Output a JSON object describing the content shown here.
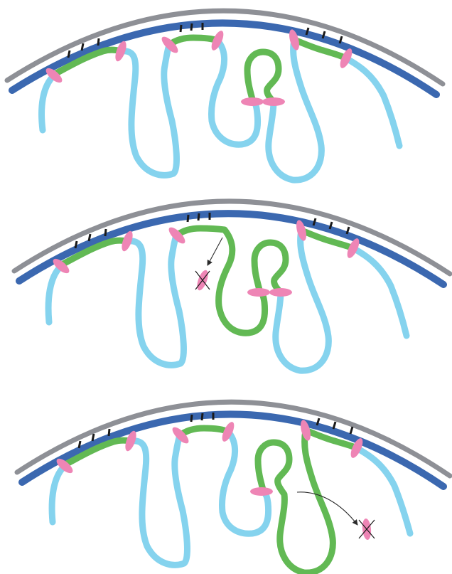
{
  "panels": [
    {
      "id": "top",
      "state": "all loops bound"
    },
    {
      "id": "middle",
      "state": "one anchor removed, loop released"
    },
    {
      "id": "bottom",
      "state": "second anchor removed, loop released"
    }
  ],
  "colors": {
    "membrane_outer": "#8e9096",
    "membrane_inner": "#3b68b0",
    "free_strand": "#85d3ee",
    "bound_segment": "#62b954",
    "anchor": "#ee85b5",
    "ticks": "#1a1a1a"
  },
  "icons": {
    "anchor": "pink-ellipse-icon",
    "removed_anchor": "crossed-anchor-icon",
    "arrow": "arrow-icon"
  }
}
